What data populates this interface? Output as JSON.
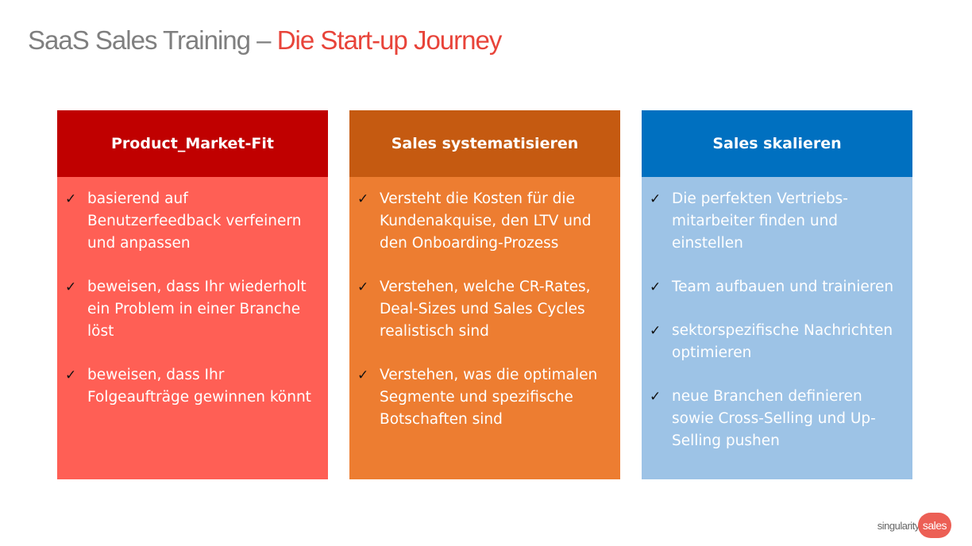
{
  "title": {
    "main": "SaaS Sales Training – ",
    "accent": "Die Start-up Journey"
  },
  "columns": [
    {
      "heading": "Product_Market-Fit",
      "header_color": "#c00000",
      "body_color": "#ff5f55",
      "items": [
        "basierend auf Benutzerfeedback verfeinern und anpassen",
        "beweisen, dass Ihr wiederholt ein Problem in einer Branche löst",
        "beweisen, dass Ihr Folgeaufträge gewinnen könnt"
      ]
    },
    {
      "heading": "Sales systematisieren",
      "header_color": "#c55a11",
      "body_color": "#ed7d31",
      "items": [
        "Versteht die Kosten für die Kundenakquise, den LTV und den Onboarding-Prozess",
        "Verstehen, welche CR-Rates, Deal-Sizes und Sales Cycles realistisch sind",
        "Verstehen, was die optimalen Segmente und spezifische Botschaften sind"
      ]
    },
    {
      "heading": "Sales skalieren",
      "header_color": "#0070c0",
      "body_color": "#9dc3e6",
      "items": [
        "Die perfekten Vertriebs-mitarbeiter finden und einstellen",
        "Team aufbauen und trainieren",
        "sektorspezifische Nachrichten optimieren",
        "neue Branchen definieren sowie Cross-Selling und Up-Selling pushen"
      ]
    }
  ],
  "check_glyph": "✓",
  "logo": {
    "part1": "singularity",
    "part2": "sales"
  }
}
